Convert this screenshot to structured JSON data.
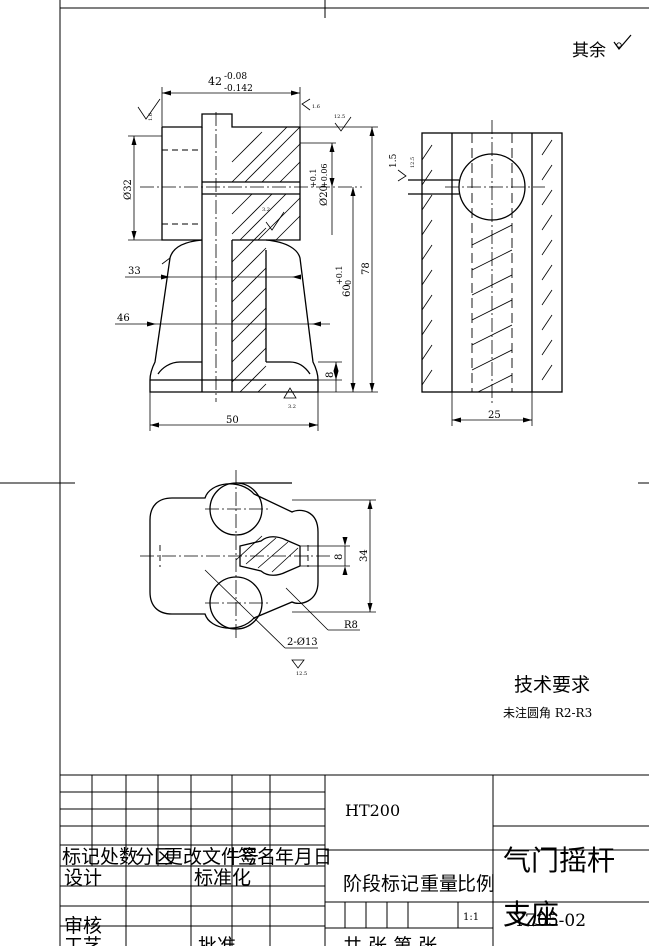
{
  "roughness": {
    "other": "其余",
    "values": [
      "1.6",
      "1.6",
      "12.5",
      "3.2",
      "12.5",
      "3.2",
      "12.5"
    ]
  },
  "dims": {
    "width_42": "42",
    "tol_42_upper": "-0.08",
    "tol_42_lower": "-0.142",
    "dia_32": "Ø32",
    "dia_20": "Ø20",
    "tol_20_upper": "+0.1",
    "tol_20_lower": "+0.06",
    "h_78": "78",
    "h_60": "60",
    "tol_60_upper": "+0.1",
    "tol_60_lower": "0",
    "h_8": "8",
    "w_33": "33",
    "w_46": "46",
    "w_50": "50",
    "w_25": "25",
    "w_15": "1.5",
    "w_34": "34",
    "w_8_top": "8",
    "holes": "2-Ø13",
    "radius": "R8"
  },
  "tech": {
    "title": "技术要求",
    "note": "未注圆角 R2-R3"
  },
  "title_block": {
    "material": "HT200",
    "header_labels": [
      "标记",
      "处数",
      "分区",
      "更改文件号",
      "签名",
      "年月日"
    ],
    "designer_label": "设计",
    "standardize_label": "标准化",
    "stage_label": "阶段标记",
    "weight_label": "重量",
    "scale_label": "比例",
    "scale_value": "1:1",
    "review_label": "审核",
    "process_label": "工艺",
    "approve_label": "批准",
    "sheets_label": "共   张  第   张",
    "part_name_1": "气门摇杆",
    "part_name_2": "支座",
    "drawing_no": "YZ05-02"
  }
}
